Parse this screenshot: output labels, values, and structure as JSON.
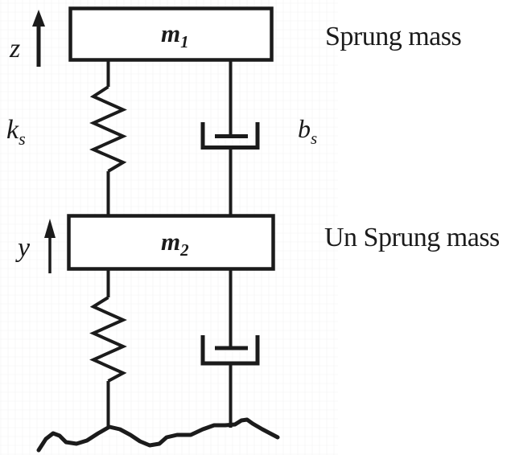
{
  "diagram_type": "quarter-car suspension mass-spring-damper schematic",
  "labels": {
    "sprung_mass_caption": "Sprung mass",
    "unsprung_mass_caption": "Un Sprung mass",
    "mass1": {
      "main": "m",
      "sub": "1"
    },
    "mass2": {
      "main": "m",
      "sub": "2"
    },
    "spring_constant": {
      "main": "k",
      "sub": "s"
    },
    "damper_constant": {
      "main": "b",
      "sub": "s"
    },
    "z_axis": "z",
    "y_axis": "y"
  },
  "colors": {
    "line": "#1b1b1b",
    "background": "#ffffff",
    "text": "#1b1b1b"
  }
}
